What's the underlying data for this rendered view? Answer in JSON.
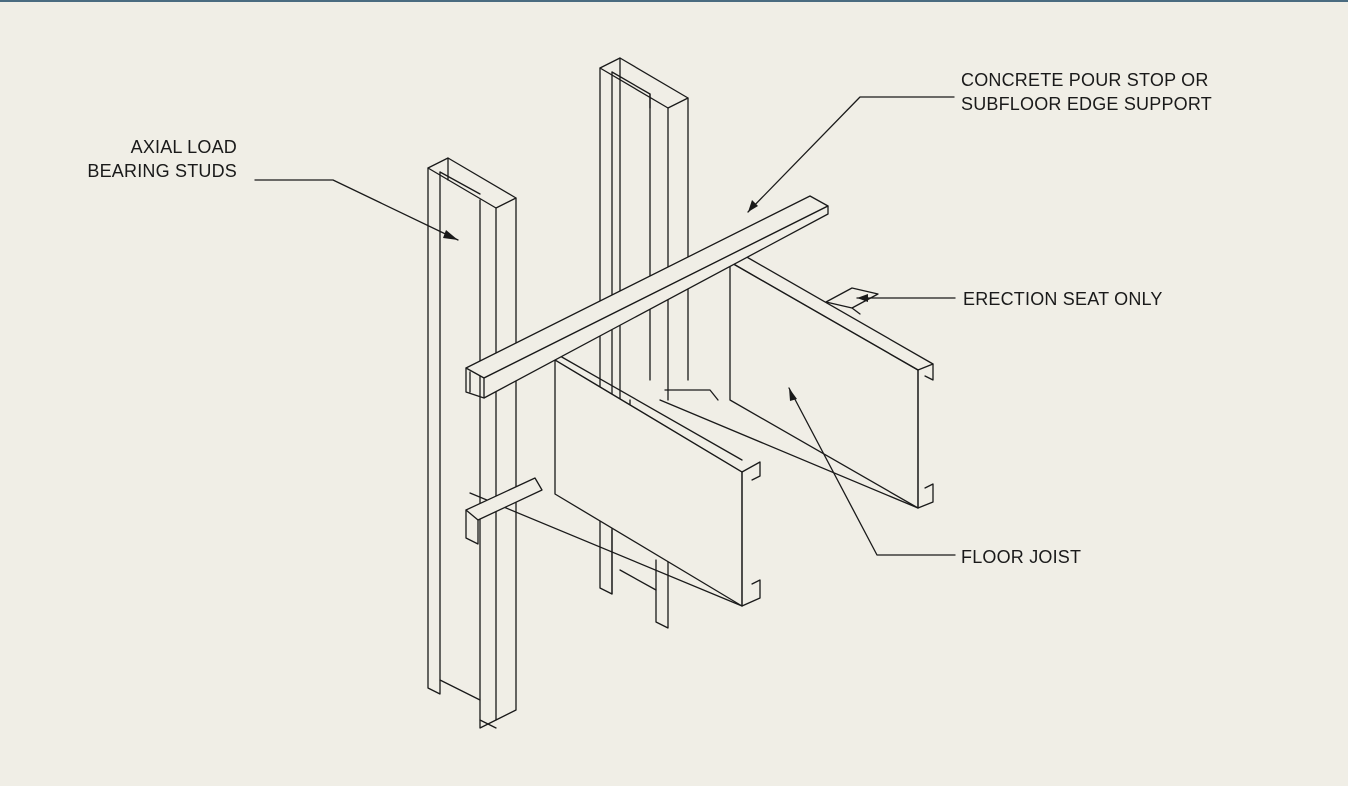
{
  "labels": {
    "axial_load_bearing_studs": [
      "AXIAL LOAD",
      "BEARING STUDS"
    ],
    "concrete_pour_stop": [
      "CONCRETE POUR STOP OR",
      "SUBFLOOR EDGE SUPPORT"
    ],
    "erection_seat": "ERECTION SEAT ONLY",
    "floor_joist": "FLOOR JOIST"
  },
  "colors": {
    "background": "#f0eee6",
    "linework": "#1a1a1a",
    "top_rule": "#4a6b80"
  }
}
